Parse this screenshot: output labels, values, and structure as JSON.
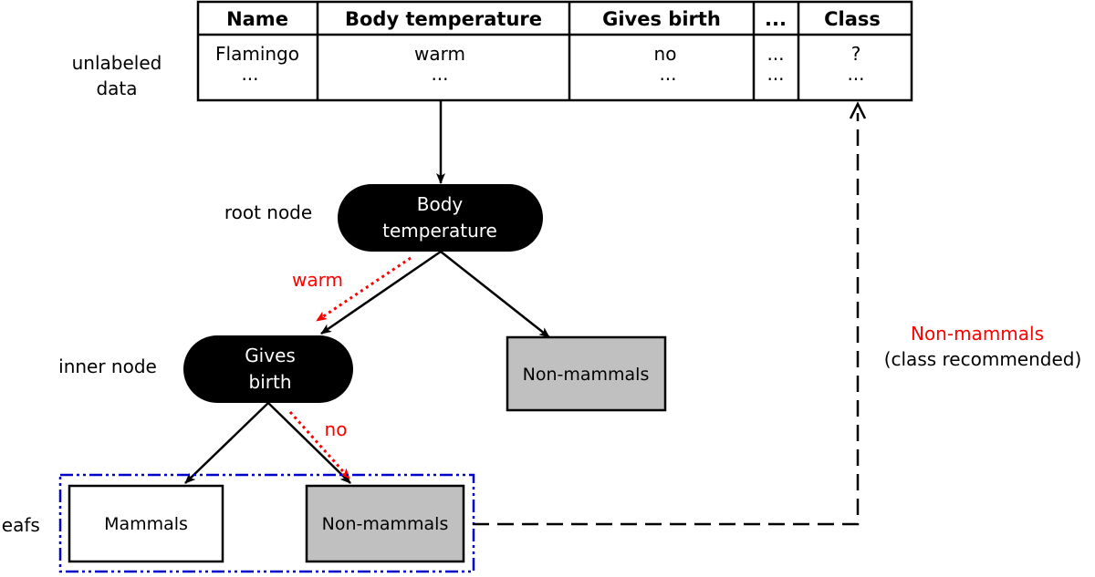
{
  "table": {
    "row_label_line1": "unlabeled",
    "row_label_line2": "data",
    "headers": [
      "Name",
      "Body temperature",
      "Gives birth",
      "...",
      "Class"
    ],
    "row1": [
      "Flamingo",
      "warm",
      "no",
      "...",
      "?"
    ],
    "row2": [
      "...",
      "...",
      "...",
      "...",
      "..."
    ]
  },
  "tree": {
    "root_label": "root node",
    "root_line1": "Body",
    "root_line2": "temperature",
    "inner_label": "inner node",
    "inner_line1": "Gives",
    "inner_line2": "birth",
    "edge_warm": "warm",
    "edge_no": "no",
    "right_leaf": "Non-mammals",
    "leafs_label": "leafs",
    "leaf_mammals": "Mammals",
    "leaf_nonmammals": "Non-mammals"
  },
  "recommendation": {
    "class": "Non-mammals",
    "note": "(class recommended)"
  },
  "colors": {
    "highlight": "#ff0000",
    "leafs_box": "#0000cc",
    "node_fill": "#000000",
    "leaf_gray": "#c0c0c0"
  }
}
